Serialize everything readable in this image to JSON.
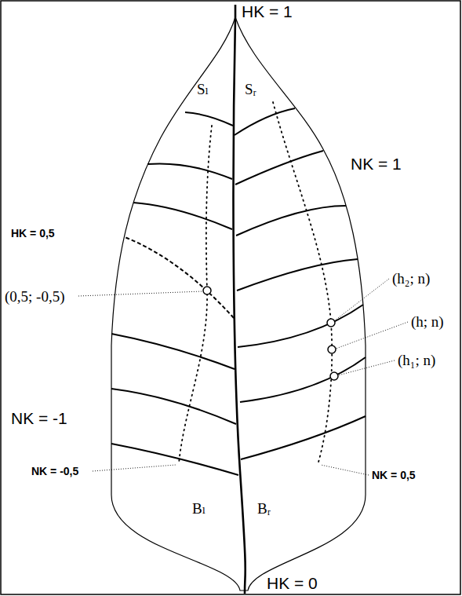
{
  "diagram": {
    "labels": [
      "HK = 1",
      "Sₗ",
      "Sᵣ",
      "NK = 1",
      "HK = 0,5",
      "(0,5; -0,5)",
      "(h₂; n)",
      "(h; n)",
      "(h₁; n)",
      "NK = -1",
      "NK = -0,5",
      "Bₗ",
      "Bᵣ",
      "NK = 0,5",
      "HK = 0"
    ]
  }
}
